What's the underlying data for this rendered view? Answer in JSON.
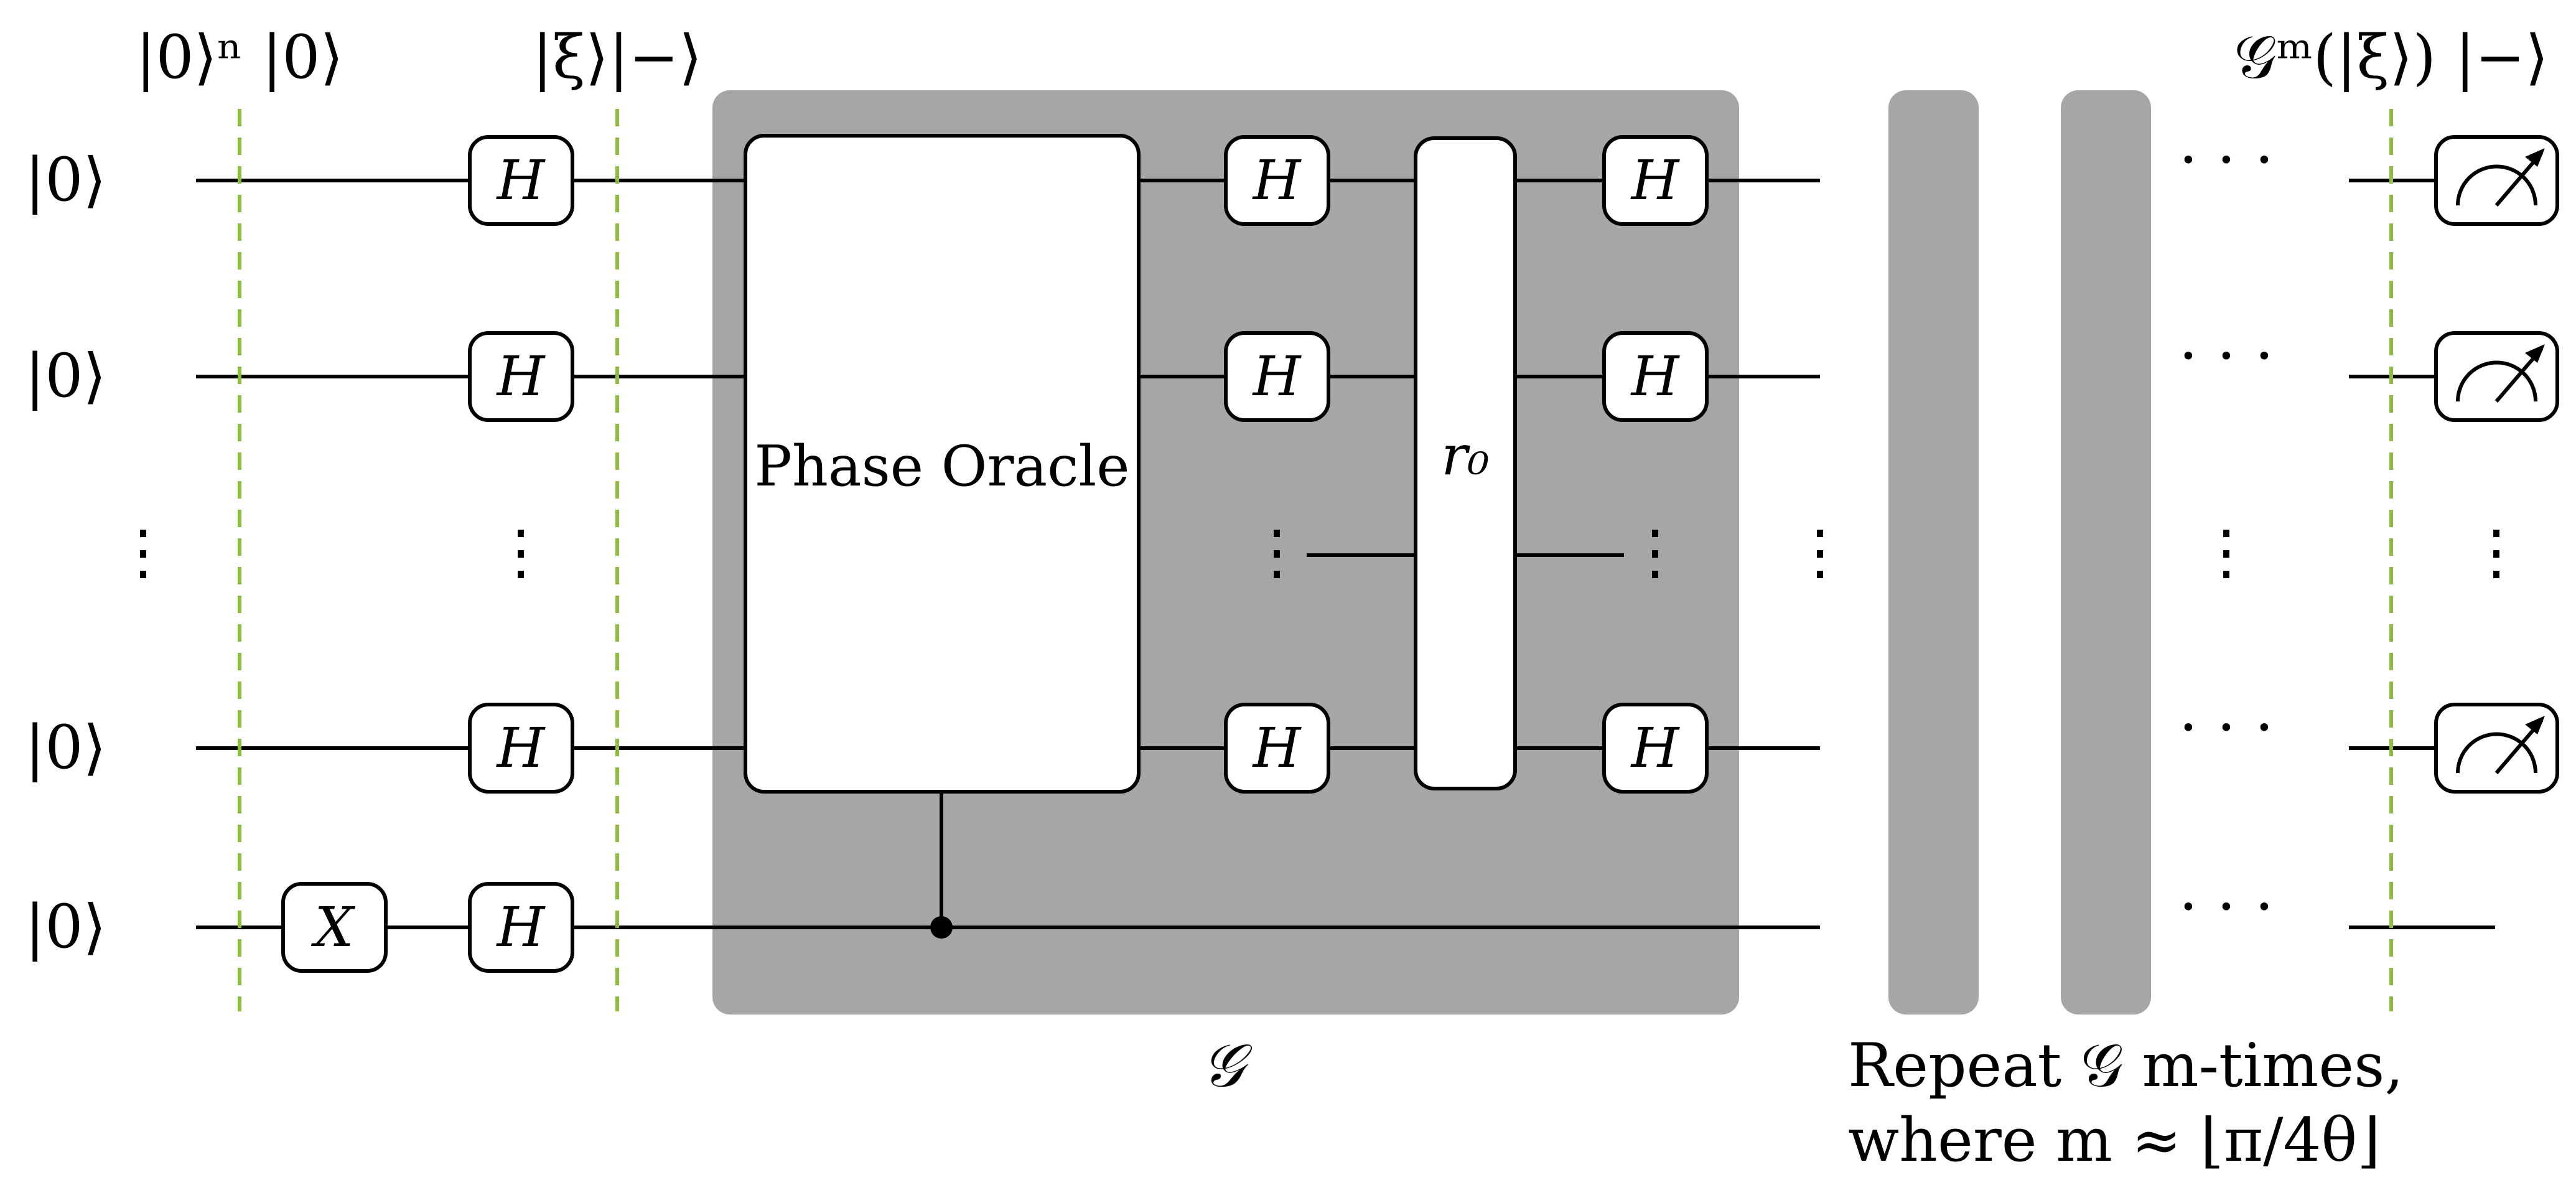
{
  "colors": {
    "slice_line": "#8cbd3f",
    "block_shade": "#a6a6a6",
    "gate_fill": "#ffffff",
    "ink": "#000000"
  },
  "header_labels": {
    "init_state": "|0⟩ⁿ |0⟩",
    "superposition_state": "|ξ⟩|−⟩",
    "final_state": "𝒢ᵐ(|ξ⟩) |−⟩"
  },
  "qubit_inputs": [
    "|0⟩",
    "|0⟩",
    "|0⟩",
    "|0⟩"
  ],
  "ellipsis_vertical": "⋮",
  "ellipsis_horizontal": "· · ·",
  "gates": {
    "hadamard": "H",
    "not": "X",
    "oracle": "Phase Oracle",
    "reflection": "r₀"
  },
  "grover_operator_label": "𝒢",
  "footnote": {
    "line1": "Repeat 𝒢 m-times,",
    "line2": "where m ≈ ⌊π/4θ⌋"
  },
  "icons": {
    "measurement": "meter-icon",
    "control": "control-dot-icon"
  }
}
